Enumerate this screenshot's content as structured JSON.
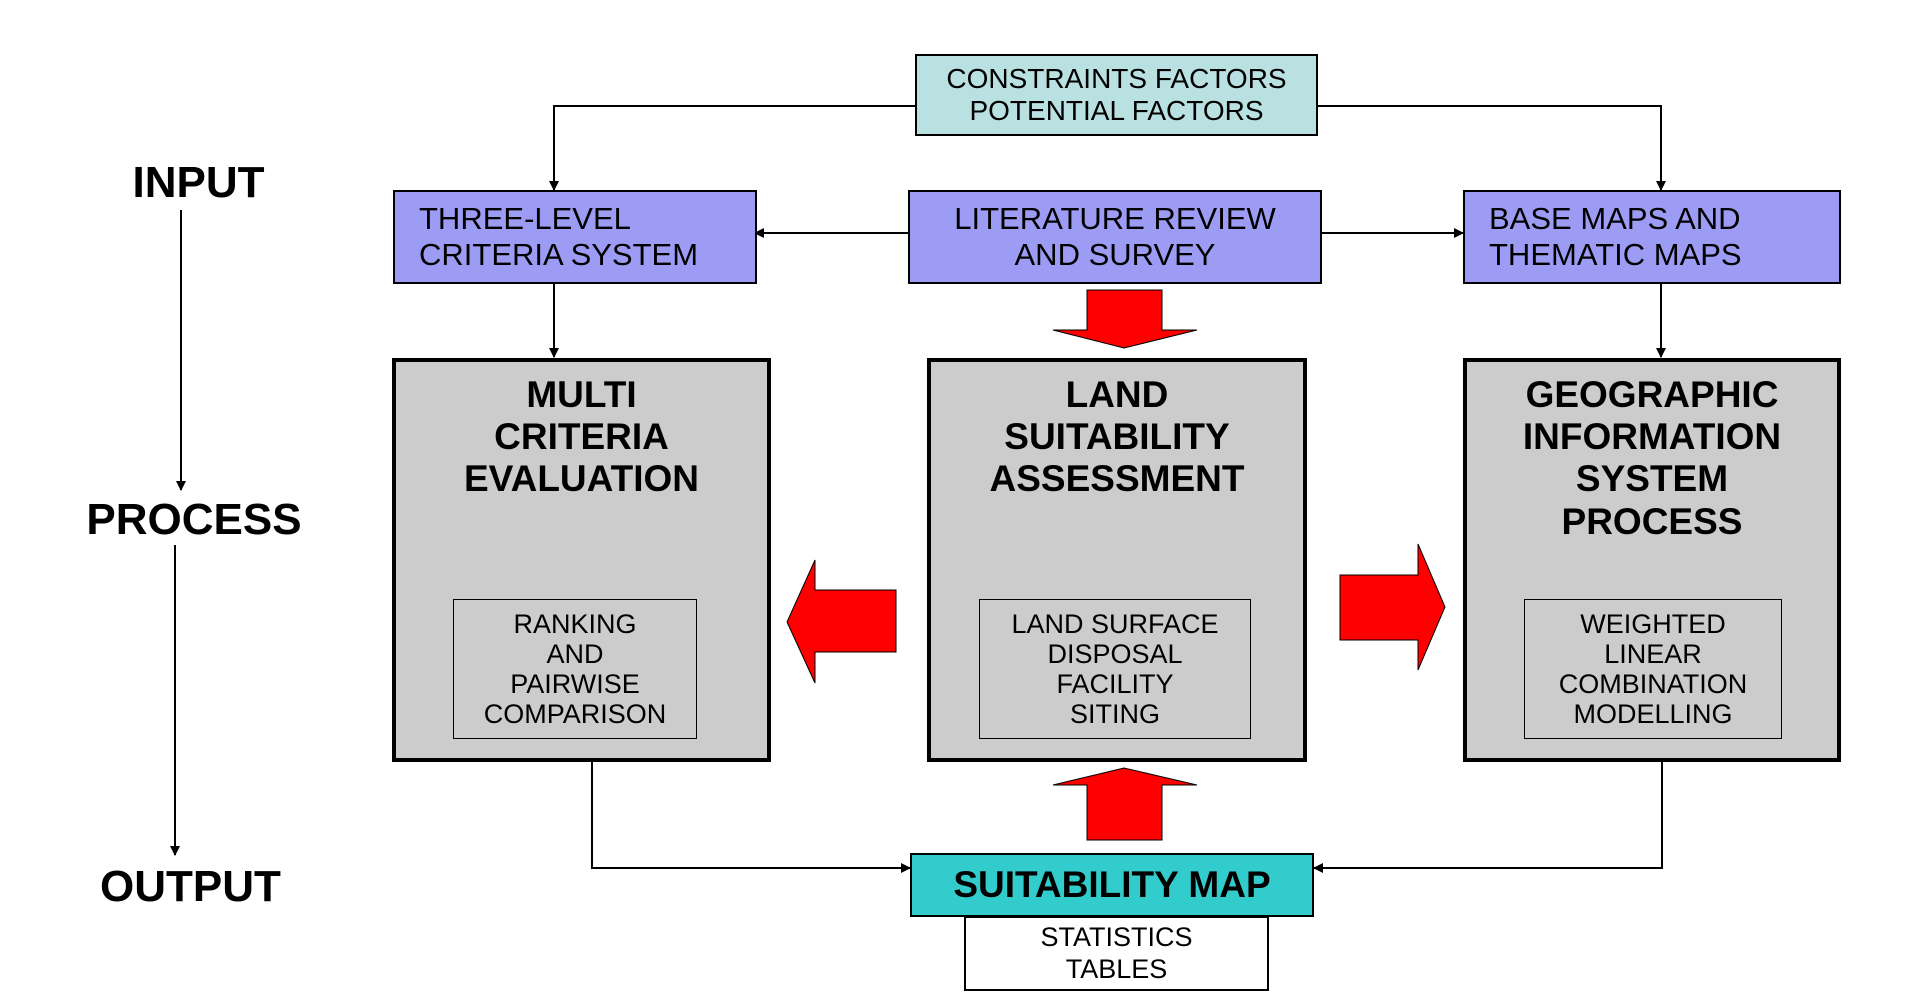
{
  "stages": {
    "input": "INPUT",
    "process": "PROCESS",
    "output": "OUTPUT"
  },
  "inputs": {
    "factors": [
      "CONSTRAINTS FACTORS",
      "POTENTIAL FACTORS"
    ],
    "criteria_system": [
      "THREE-LEVEL",
      "CRITERIA SYSTEM"
    ],
    "literature": [
      "LITERATURE REVIEW",
      "AND SURVEY"
    ],
    "base_maps": [
      "BASE MAPS AND",
      "THEMATIC MAPS"
    ]
  },
  "processes": {
    "mce": {
      "title": [
        "MULTI",
        "CRITERIA",
        "EVALUATION"
      ],
      "method": [
        "RANKING",
        "AND",
        "PAIRWISE",
        "COMPARISON"
      ]
    },
    "lsa": {
      "title": [
        "LAND",
        "SUITABILITY",
        "ASSESSMENT"
      ],
      "method": [
        "LAND SURFACE",
        "DISPOSAL",
        "FACILITY",
        "SITING"
      ]
    },
    "gis": {
      "title": [
        "GEOGRAPHIC",
        "INFORMATION",
        "SYSTEM",
        "PROCESS"
      ],
      "method": [
        "WEIGHTED",
        "LINEAR",
        "COMBINATION",
        "MODELLING"
      ]
    }
  },
  "output": {
    "title": "SUITABILITY MAP",
    "details": [
      "STATISTICS",
      "TABLES"
    ]
  },
  "colors": {
    "factors_box": "#b9e1e2",
    "input_box": "#9c9cf5",
    "process_box": "#cccccc",
    "output_box": "#33cccc",
    "block_arrow": "#ff0000"
  }
}
